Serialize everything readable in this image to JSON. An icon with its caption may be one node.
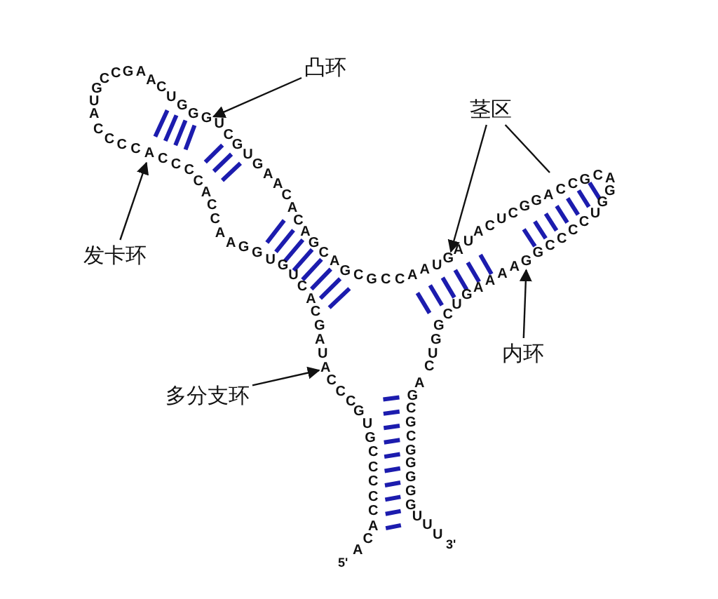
{
  "diagram": {
    "nodes": [
      {
        "text": [
          "凸环"
        ]
      },
      {
        "text": [
          "茎区"
        ]
      },
      {
        "text": [
          "发卡环"
        ]
      },
      {
        "text": [
          "内环"
        ]
      },
      {
        "text": [
          "多分支环"
        ]
      },
      {
        "text": [
          "A"
        ]
      },
      {
        "text": [
          "A"
        ]
      },
      {
        "text": [
          "G"
        ]
      },
      {
        "text": [
          "G"
        ]
      },
      {
        "text": [
          "G"
        ]
      }
    ],
    "edges": [
      {
        "from": 0,
        "to": 7,
        "arrow": "to"
      },
      {
        "from": 1,
        "to": 8,
        "arrow": "to"
      },
      {
        "from": 1,
        "to": null,
        "arrow": "none"
      },
      {
        "from": 2,
        "to": 6,
        "arrow": "to"
      },
      {
        "from": 3,
        "to": 9,
        "arrow": "to"
      },
      {
        "from": 4,
        "to": 5,
        "arrow": "to"
      }
    ],
    "labels": [
      "5'",
      "A",
      "C",
      "A",
      "C",
      "C",
      "C",
      "C",
      "C",
      "G",
      "U",
      "G",
      "C",
      "C",
      "C",
      "U",
      "A",
      "G",
      "C",
      "A",
      "C",
      "U",
      "G",
      "U",
      "G",
      "G",
      "A",
      "A",
      "C",
      "C",
      "A",
      "C",
      "C",
      "C",
      "C",
      "C",
      "C",
      "C",
      "C",
      "A",
      "U",
      "G",
      "C",
      "C",
      "G",
      "A",
      "A",
      "C",
      "U",
      "G",
      "G",
      "U",
      "C",
      "G",
      "U",
      "G",
      "A",
      "A",
      "C",
      "A",
      "C",
      "A",
      "G",
      "C",
      "A",
      "G",
      "C",
      "G",
      "C",
      "C",
      "A",
      "A",
      "U",
      "A",
      "U",
      "A",
      "C",
      "U",
      "C",
      "G",
      "G",
      "A",
      "C",
      "C",
      "G",
      "C",
      "A",
      "G",
      "G",
      "U",
      "C",
      "C",
      "C",
      "C",
      "G",
      "A",
      "A",
      "A",
      "A",
      "G",
      "U",
      "C",
      "G",
      "G",
      "U",
      "C",
      "A",
      "G",
      "C",
      "G",
      "C",
      "G",
      "G",
      "G",
      "G",
      "G",
      "U",
      "U",
      "U",
      "3'"
    ]
  }
}
